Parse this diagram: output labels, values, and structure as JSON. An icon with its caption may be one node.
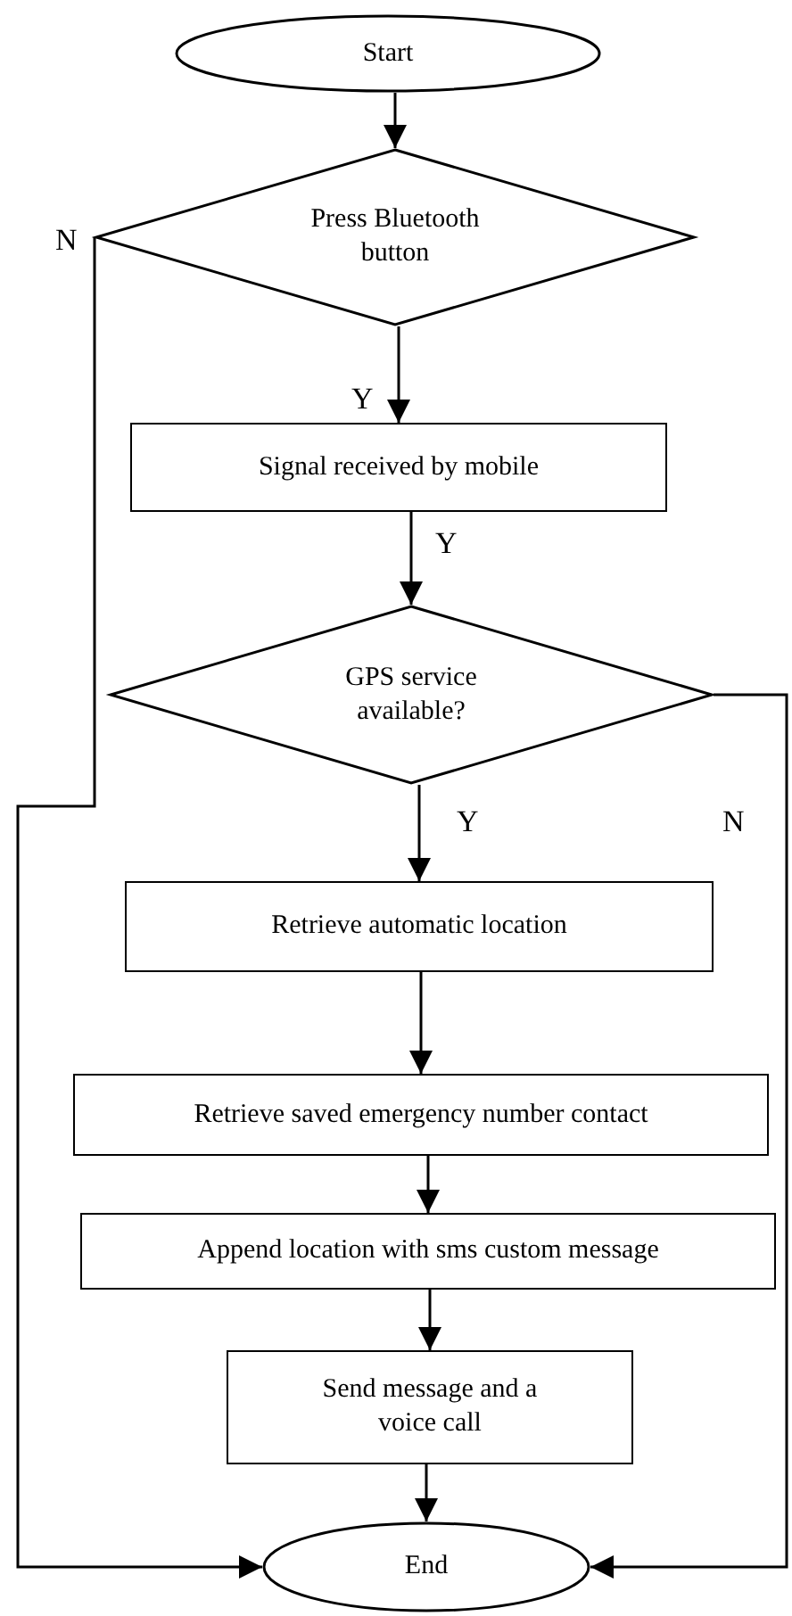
{
  "diagram": {
    "nodes": [
      {
        "text": [
          "Start"
        ]
      },
      {
        "text": [
          "Press Bluetooth button"
        ]
      },
      {
        "text": [
          "Signal received by mobile"
        ]
      },
      {
        "text": [
          "GPS service available?"
        ]
      },
      {
        "text": [
          "Retrieve automatic location"
        ]
      },
      {
        "text": [
          "Retrieve saved emergency number contact"
        ]
      },
      {
        "text": [
          "Append location with sms custom message"
        ]
      },
      {
        "text": [
          "Send message and a voice call"
        ]
      },
      {
        "text": [
          "End"
        ]
      }
    ],
    "edges": [
      {
        "from": 0,
        "to": 1,
        "arrow": "to"
      },
      {
        "from": 1,
        "to": 2,
        "arrow": "to",
        "label": "Y"
      },
      {
        "from": 2,
        "to": 3,
        "arrow": "to",
        "label": "Y"
      },
      {
        "from": 3,
        "to": 4,
        "arrow": "to",
        "label": "Y"
      },
      {
        "from": 4,
        "to": 5,
        "arrow": "to"
      },
      {
        "from": 5,
        "to": 6,
        "arrow": "to"
      },
      {
        "from": 6,
        "to": 7,
        "arrow": "to"
      },
      {
        "from": 7,
        "to": 8,
        "arrow": "to"
      },
      {
        "from": 1,
        "to": 8,
        "arrow": "to",
        "label": "N"
      },
      {
        "from": 3,
        "to": 8,
        "arrow": "to",
        "label": "N"
      }
    ]
  }
}
